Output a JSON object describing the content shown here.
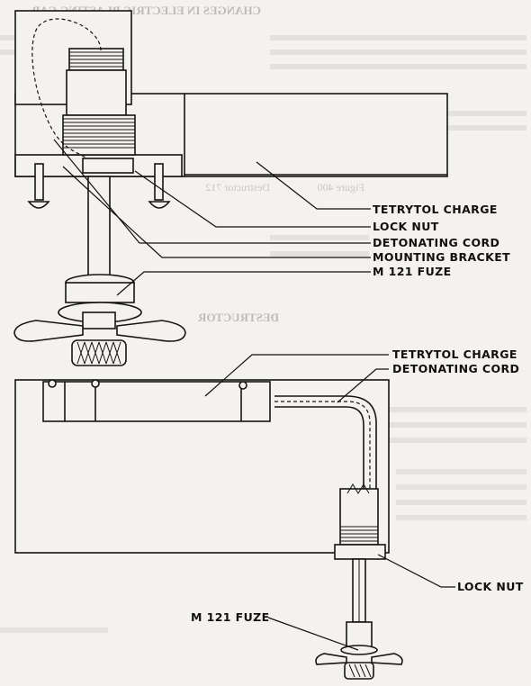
{
  "top_labels": {
    "tetrytol_charge": "TETRYTOL CHARGE",
    "lock_nut": "LOCK NUT",
    "detonating_cord": "DETONATING CORD",
    "mounting_bracket": "MOUNTING BRACKET",
    "fuze": "M 121 FUZE"
  },
  "bottom_labels": {
    "tetrytol_charge": "TETRYTOL CHARGE",
    "detonating_cord": "DETONATING CORD",
    "lock_nut": "LOCK NUT",
    "fuze": "M 121 FUZE"
  },
  "bleed_through": {
    "header": "CHANGES IN ELECTRIC BLASTING CAP",
    "figure_caption": "Figure 400",
    "side_caption": "Destructor 712",
    "section_heading": "DESTRUCTOR"
  },
  "colors": {
    "paper": "#f3f2ee",
    "ink": "#151515",
    "bleed": "#c9c8c3"
  }
}
